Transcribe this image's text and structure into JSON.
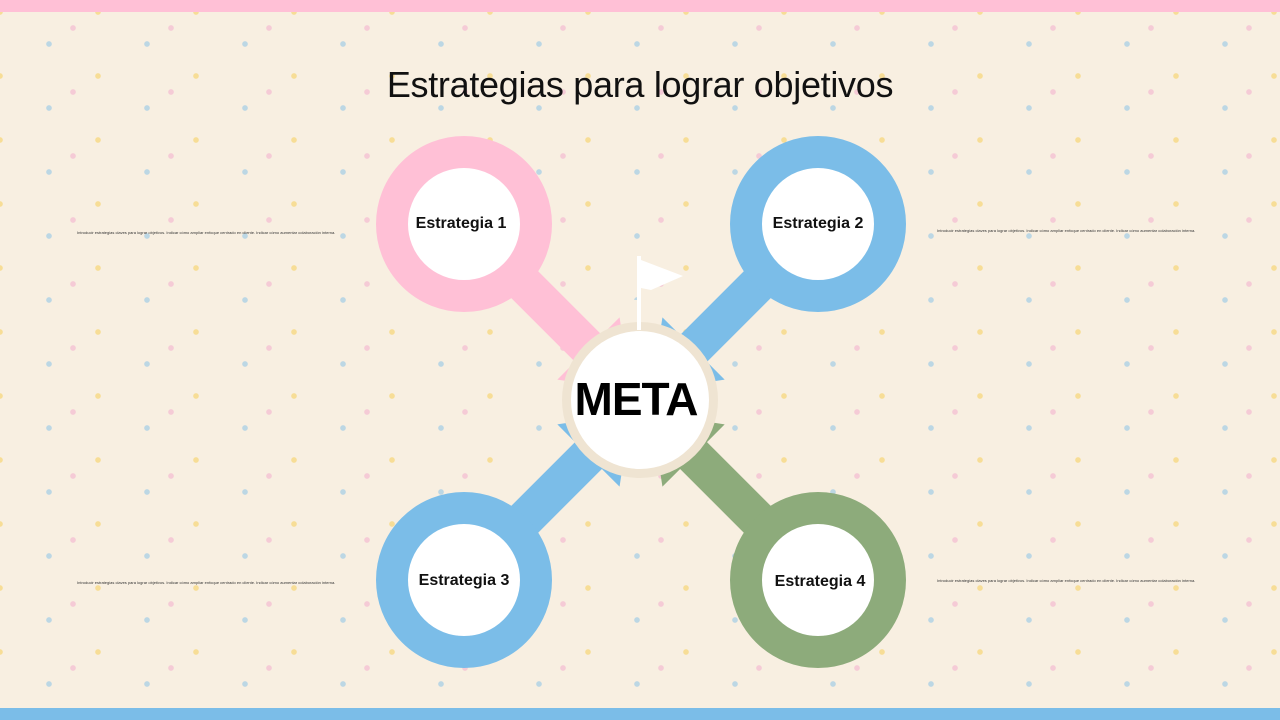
{
  "title": "Estrategias para lograr objetivos",
  "center": {
    "label": "META"
  },
  "strategies": [
    {
      "label": "Estrategia 1",
      "color": "#ffc0d6",
      "description": "Introducir estrategias claves para lograr objetivos. Indicar cómo ampliar enfoque centrado en cliente. Indicar cómo aumentar colaboración interna."
    },
    {
      "label": "Estrategia 2",
      "color": "#7bbde8",
      "description": "Introducir estrategias claves para lograr objetivos. Indicar cómo ampliar enfoque centrado en cliente. Indicar cómo aumentar colaboración interna."
    },
    {
      "label": "Estrategia 3",
      "color": "#7bbde8",
      "description": "Introducir estrategias claves para lograr objetivos. Indicar cómo ampliar enfoque centrado en cliente. Indicar cómo aumentar colaboración interna."
    },
    {
      "label": "Estrategia 4",
      "color": "#8dab7b",
      "description": "Introducir estrategias claves para lograr objetivos. Indicar cómo ampliar enfoque centrado en cliente. Indicar cómo aumentar colaboración interna."
    }
  ],
  "colors": {
    "background": "#f8efe1",
    "top_bar": "#ffc0d6",
    "bottom_bar": "#7bbde8",
    "hub": "#ffffff",
    "hub_ring": "#efe4d2"
  },
  "icons": {
    "flag": "flag-icon"
  }
}
